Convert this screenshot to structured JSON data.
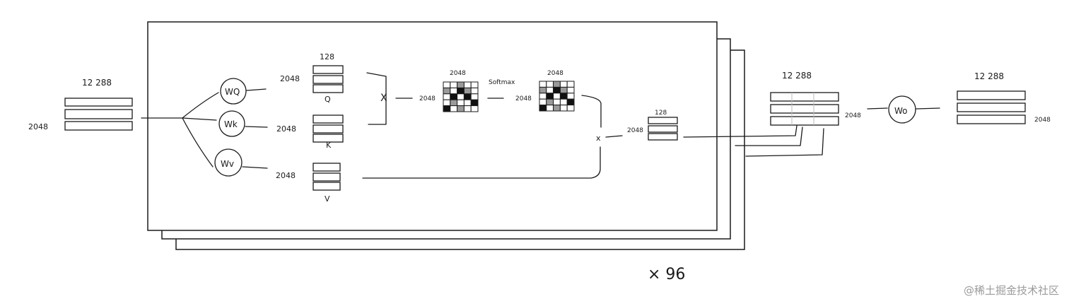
{
  "input": {
    "width_label": "12 288",
    "height_label": "2048"
  },
  "weights": {
    "q": "WQ",
    "k": "Wk",
    "v": "Wv",
    "o": "Wo"
  },
  "dims": {
    "d2048": "2048",
    "d128": "128"
  },
  "matrices": {
    "q": "Q",
    "k": "K",
    "v": "V"
  },
  "ops": {
    "mul": "X",
    "mul2": "x"
  },
  "softmax": "Softmax",
  "concat": {
    "width_label": "12 288",
    "height_label": "2048"
  },
  "output": {
    "width_label": "12 288",
    "height_label": "2048"
  },
  "heads": "× 96",
  "watermark": "@稀土掘金技术社区",
  "cells_pattern": [
    [
      "w",
      "w",
      "g",
      "w",
      "w"
    ],
    [
      "g",
      "w",
      "k",
      "g",
      "w"
    ],
    [
      "w",
      "k",
      "w",
      "k",
      "w"
    ],
    [
      "w",
      "g",
      "w",
      "w",
      "k"
    ],
    [
      "k",
      "w",
      "g",
      "w",
      "w"
    ]
  ]
}
